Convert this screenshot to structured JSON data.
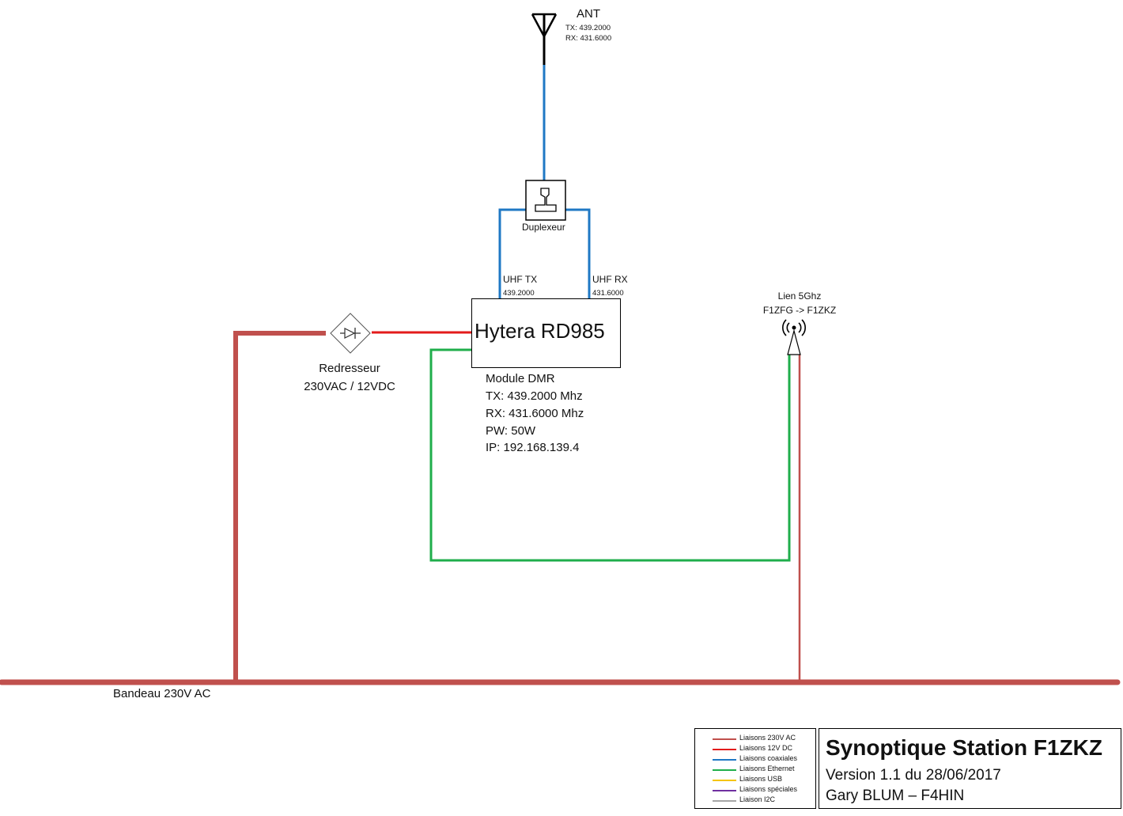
{
  "antenna": {
    "label": "ANT",
    "tx": "TX: 439.2000",
    "rx": "RX: 431.6000"
  },
  "duplexer": {
    "label": "Duplexeur"
  },
  "ports": {
    "tx_label": "UHF TX",
    "tx_freq": "439.2000",
    "rx_label": "UHF RX",
    "rx_freq": "431.6000"
  },
  "radio": {
    "name": "Hytera RD985",
    "details": [
      "Module DMR",
      "TX: 439.2000 Mhz",
      "RX: 431.6000 Mhz",
      "PW: 50W",
      "IP: 192.168.139.4"
    ]
  },
  "rectifier": {
    "label": "Redresseur",
    "spec": "230VAC / 12VDC"
  },
  "link": {
    "label": "Lien 5Ghz",
    "route": "F1ZFG -> F1ZKZ"
  },
  "power_strip": {
    "label": "Bandeau 230V AC"
  },
  "legend": [
    {
      "label": "Liaisons 230V AC",
      "color": "#c0504d"
    },
    {
      "label": "Liaisons 12V DC",
      "color": "#e31b1b"
    },
    {
      "label": "Liaisons coaxiales",
      "color": "#1f78c4"
    },
    {
      "label": "Liaisons Ethernet",
      "color": "#1fae4b"
    },
    {
      "label": "Liaisons USB",
      "color": "#f5c400"
    },
    {
      "label": "Liaisons spéciales",
      "color": "#7030a0"
    },
    {
      "label": "Liaison I2C",
      "color": "#a6a6a6"
    }
  ],
  "title_block": {
    "title": "Synoptique Station F1ZKZ",
    "version": "Version 1.1 du 28/06/2017",
    "author": "Gary BLUM – F4HIN"
  },
  "colors": {
    "ac": "#c0504d",
    "dc": "#e31b1b",
    "coax": "#1f78c4",
    "ethernet": "#1fae4b"
  }
}
